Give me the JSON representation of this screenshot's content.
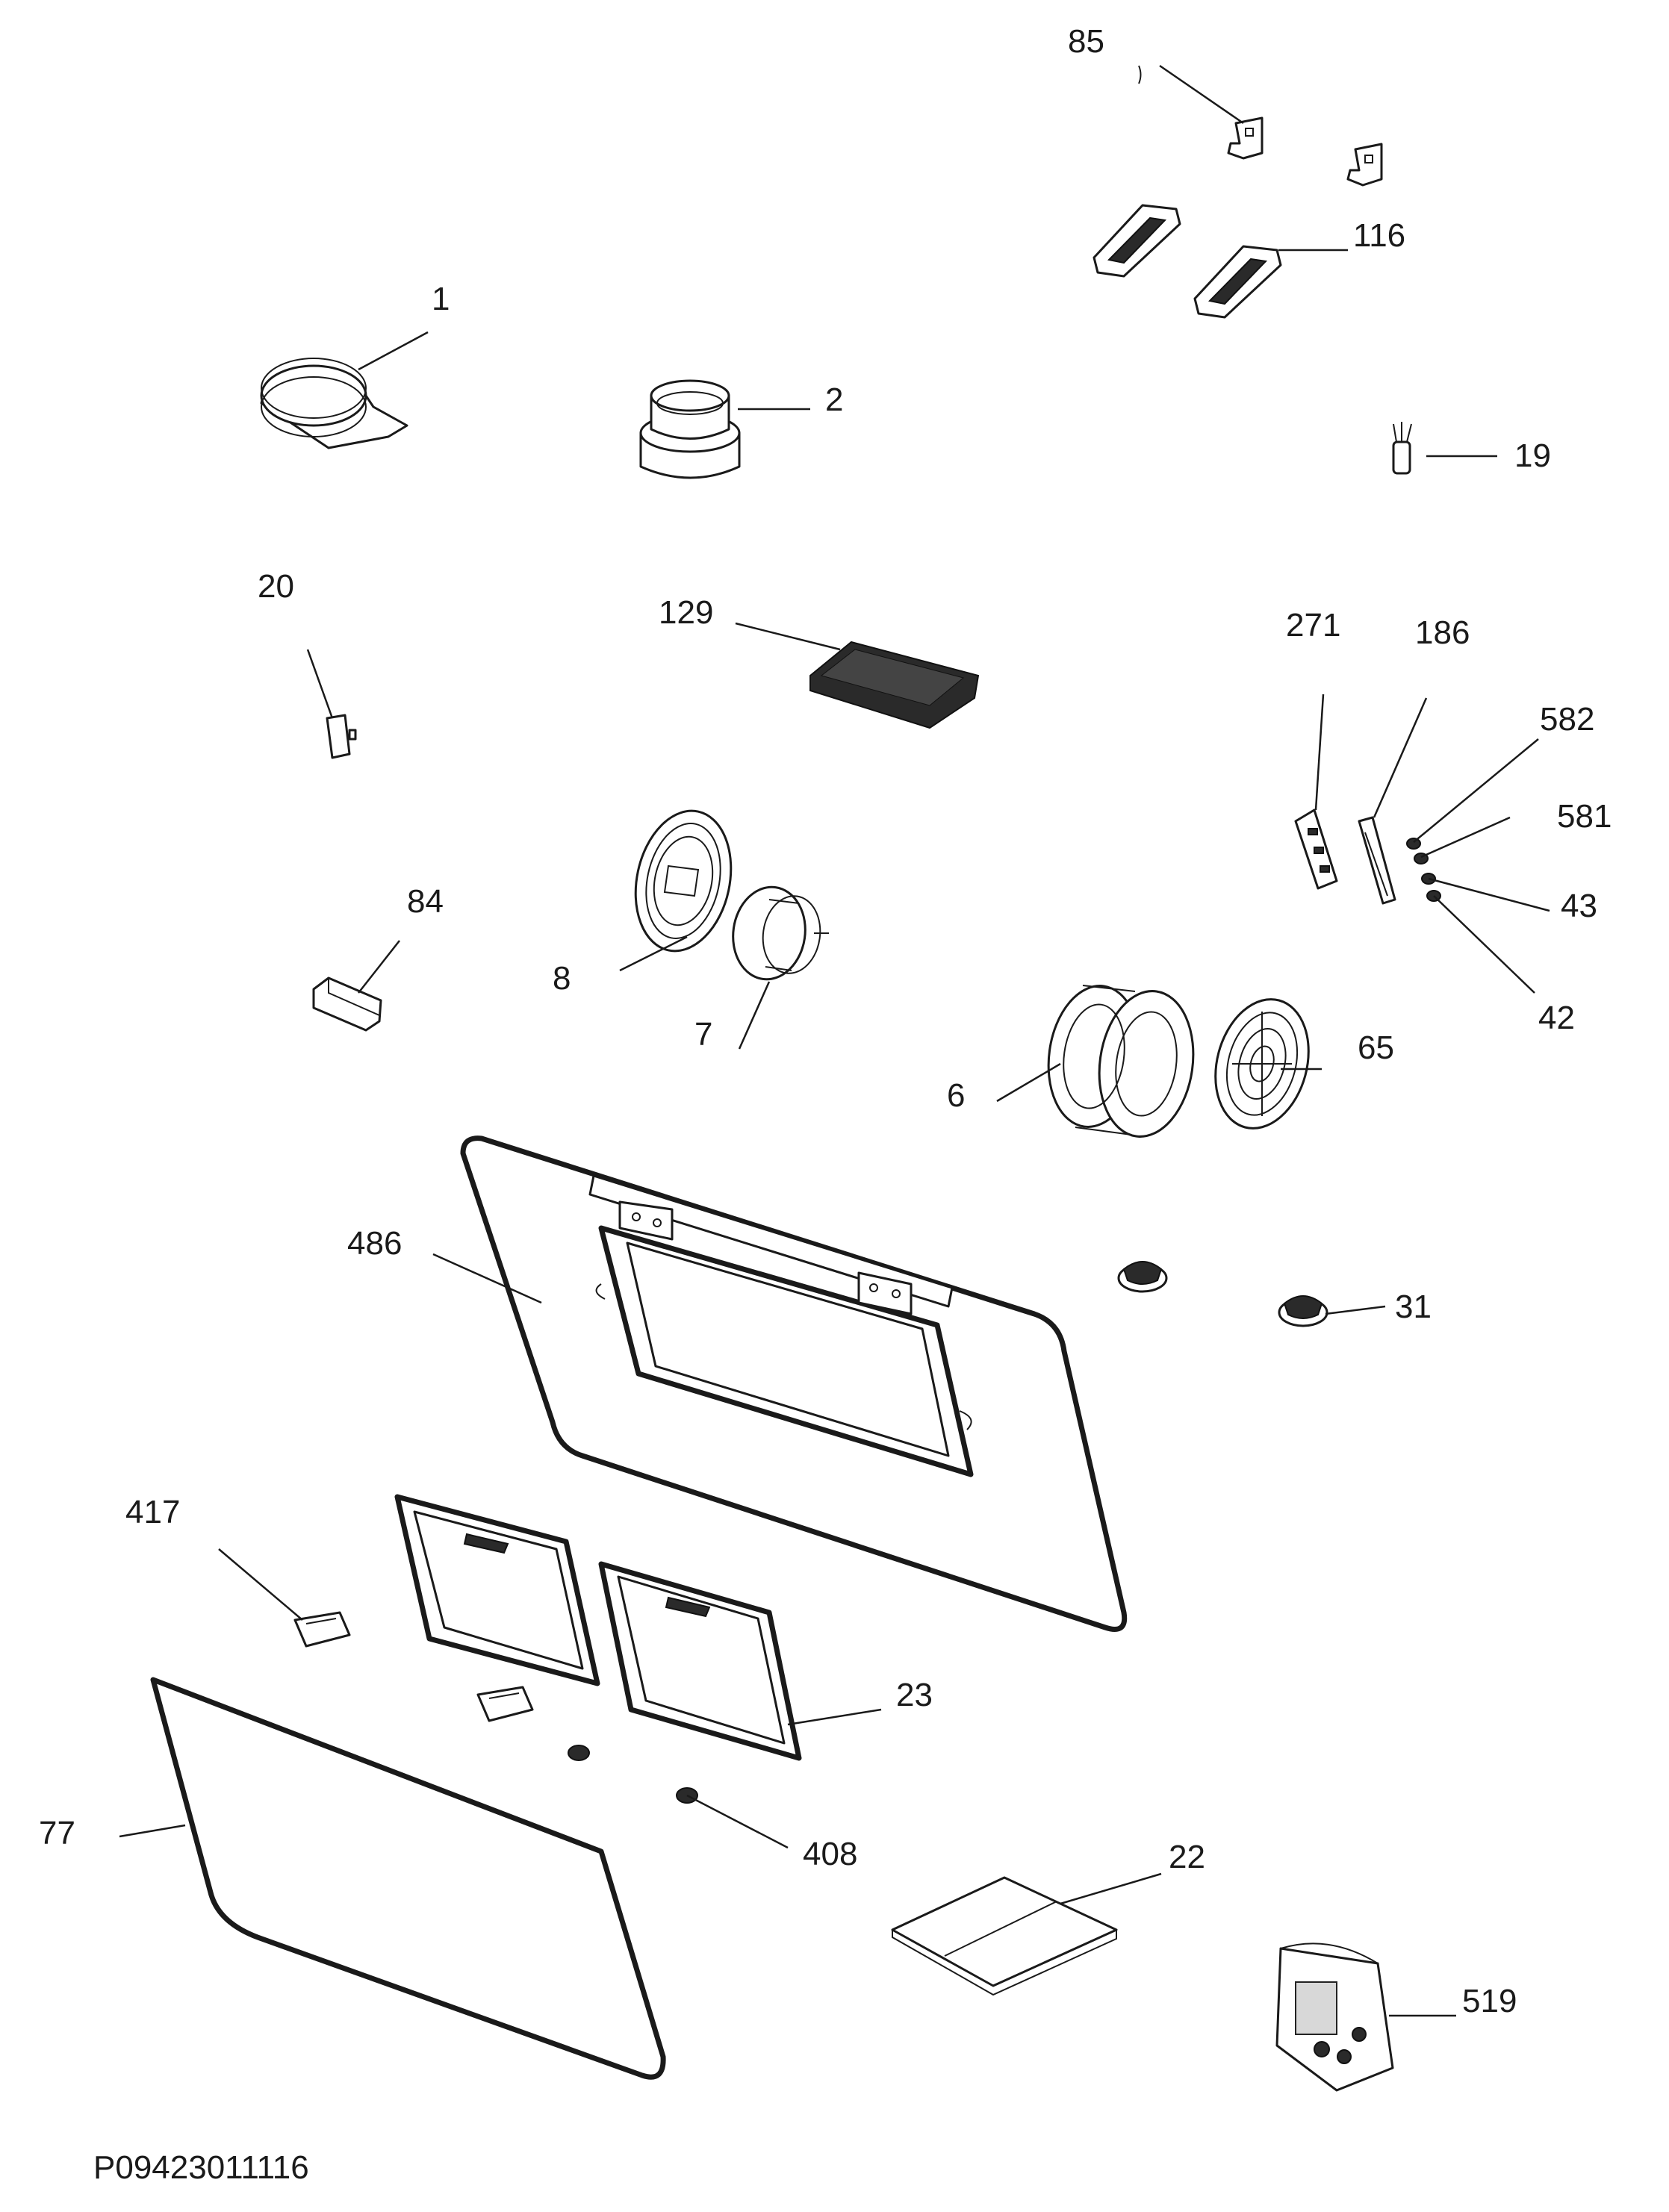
{
  "drawing_code": "P09423011116",
  "labels": {
    "p85": "85",
    "p116": "116",
    "p1": "1",
    "p2": "2",
    "p19": "19",
    "p20": "20",
    "p129": "129",
    "p271": "271",
    "p186": "186",
    "p582": "582",
    "p581": "581",
    "p43": "43",
    "p42": "42",
    "p84": "84",
    "p8": "8",
    "p7": "7",
    "p6": "6",
    "p65": "65",
    "p486": "486",
    "p31": "31",
    "p417": "417",
    "p23": "23",
    "p77": "77",
    "p408": "408",
    "p22": "22",
    "p519": "519"
  }
}
